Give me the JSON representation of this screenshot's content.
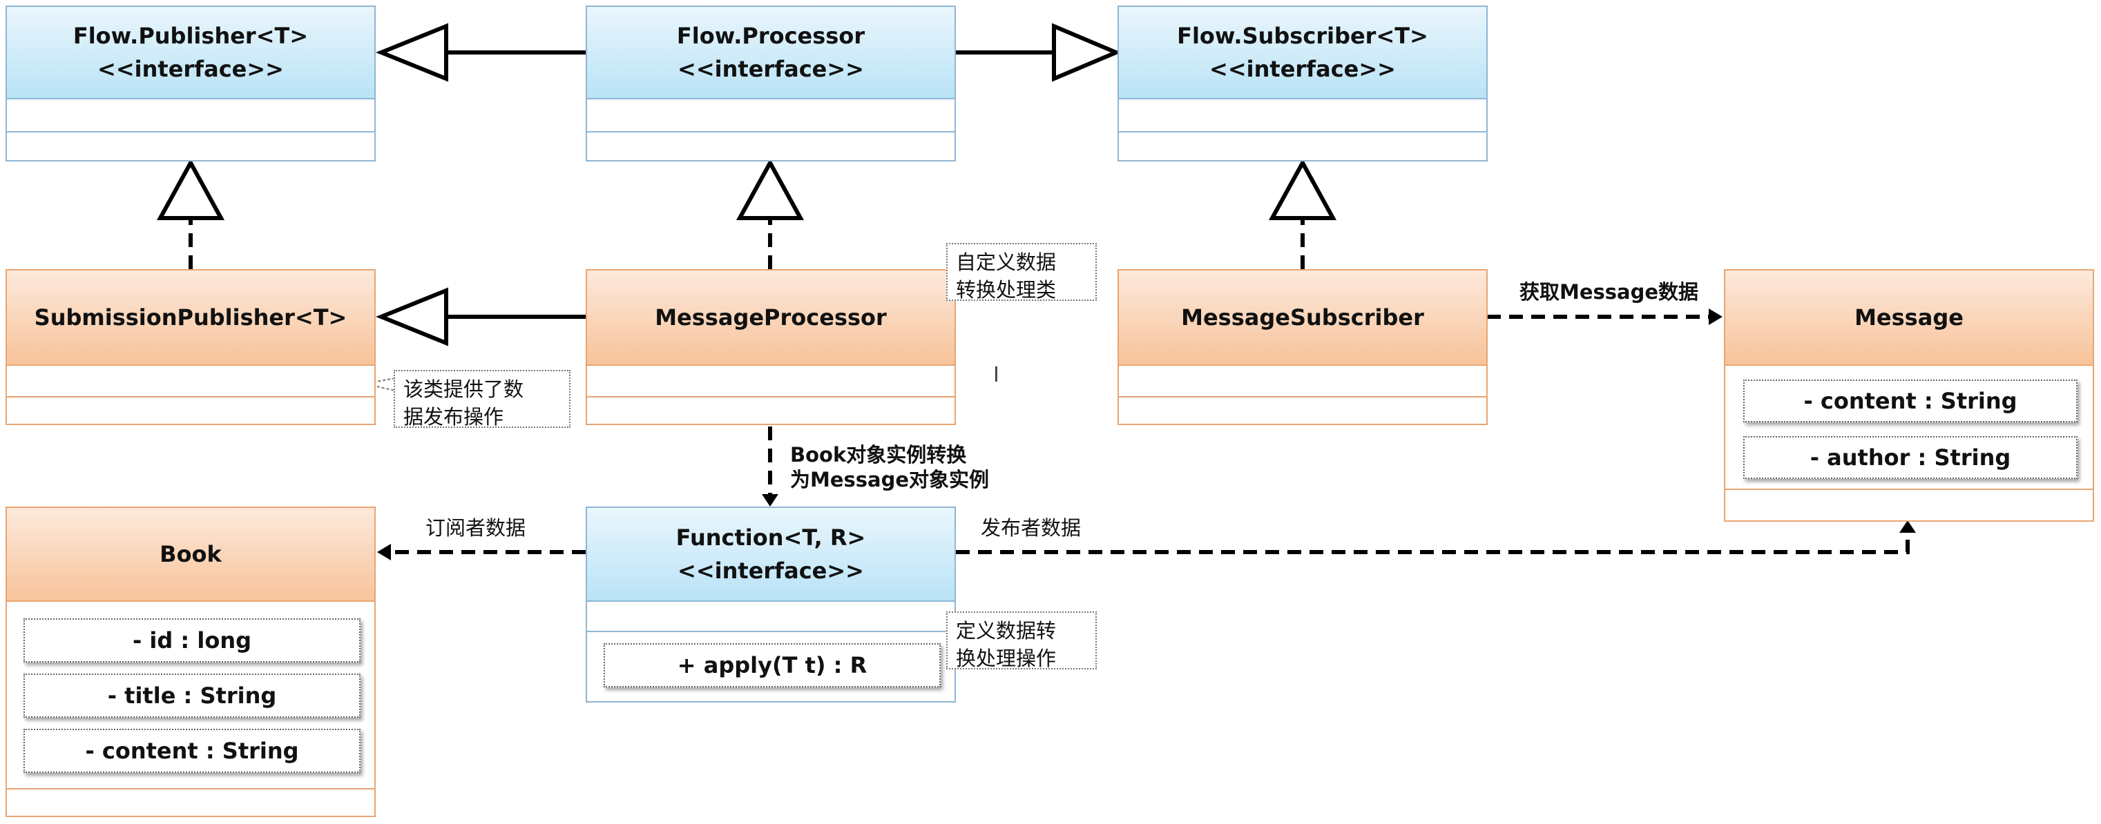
{
  "classes": {
    "publisher": {
      "name": "Flow.Publisher<T>",
      "stereotype": "<<interface>>"
    },
    "processor": {
      "name": "Flow.Processor",
      "stereotype": "<<interface>>"
    },
    "subscriber": {
      "name": "Flow.Subscriber<T>",
      "stereotype": "<<interface>>"
    },
    "submission_publisher": {
      "name": "SubmissionPublisher<T>"
    },
    "message_processor": {
      "name": "MessageProcessor"
    },
    "message_subscriber": {
      "name": "MessageSubscriber"
    },
    "message": {
      "name": "Message",
      "attributes": [
        "- content : String",
        "- author : String"
      ]
    },
    "book": {
      "name": "Book",
      "attributes": [
        "- id : long",
        "- title : String",
        "- content : String"
      ]
    },
    "function": {
      "name": "Function<T, R>",
      "stereotype": "<<interface>>",
      "methods": [
        "+ apply(T t) : R"
      ]
    }
  },
  "notes": {
    "processor_note": [
      "自定义数据",
      "转换处理类"
    ],
    "publisher_note": [
      "该类提供了数",
      "据发布操作"
    ],
    "function_note": [
      "定义数据转",
      "换处理操作"
    ]
  },
  "labels": {
    "get_message": "获取Message数据",
    "convert_1": "Book对象实例转换",
    "convert_2": "为Message对象实例",
    "subscriber_data": "订阅者数据",
    "publisher_data": "发布者数据"
  },
  "colors": {
    "interface_fill": "#b9e3f6",
    "class_fill": "#f7c39a",
    "interface_border": "#8fb6d4",
    "class_border": "#e9a571"
  }
}
